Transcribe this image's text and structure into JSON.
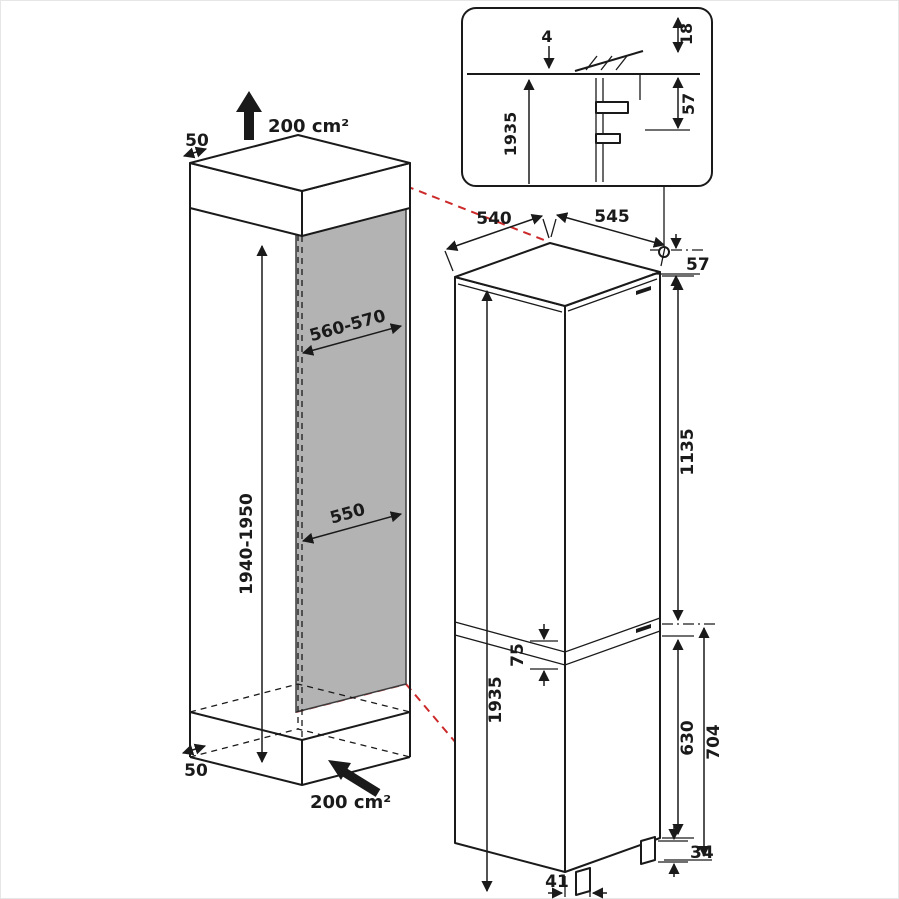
{
  "colors": {
    "line": "#1a1a1a",
    "red": "#cc2a2a",
    "panel": "#b3b3b3",
    "background": "#ffffff"
  },
  "niche": {
    "top_clearance": "50",
    "top_vent_area": "200 cm²",
    "width_range": "560-570",
    "depth": "550",
    "height_range": "1940-1950",
    "bottom_clearance": "50",
    "bottom_vent_area": "200 cm²"
  },
  "appliance": {
    "depth": "540",
    "width": "545",
    "top_gap": "57",
    "height": "1935",
    "upper_door_height": "1135",
    "door_gap": "75",
    "lower_section_height": "704",
    "lower_door_height": "630",
    "foot_height": "34",
    "foot_depth": "41"
  },
  "inset": {
    "top_gap": "4",
    "counter_overhang": "18",
    "recess_depth": "57",
    "height": "1935"
  }
}
